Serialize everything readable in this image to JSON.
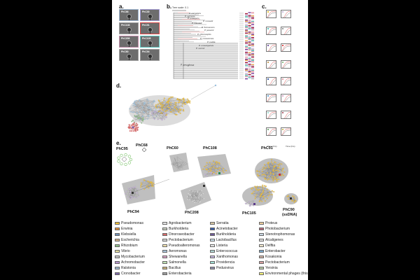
{
  "panels": {
    "a": "a.",
    "b": "b.",
    "c": "c.",
    "d": "d.",
    "e": "e."
  },
  "tem_panels": [
    {
      "label": "PhC66",
      "border": "#9db4cf"
    },
    {
      "label": "PhC30",
      "border": "#a39bd3"
    },
    {
      "label": "PhC108",
      "border": "#9e9e9e"
    },
    {
      "label": "PhC91",
      "border": "#d94a4a"
    },
    {
      "label": "PhC208",
      "border": "#c08ca8"
    },
    {
      "label": "PhC105",
      "border": "#5ec6c0"
    },
    {
      "label": "PhC60",
      "border": "#9e9e9e"
    },
    {
      "label": "PhC94",
      "border": "#9e9e9e"
    }
  ],
  "tree": {
    "scale_label": "Tree scale: 0.1",
    "clade_labels": [
      "P. congelans",
      "P. syringae",
      "P. protegens",
      "P. mosselii",
      "P. mandelii",
      "P. fluorescens",
      "P. jessenii",
      "P. chlororaphis",
      "P. moraviensis",
      "P. putida",
      "P. umsongensis",
      "P. veronii"
    ],
    "outgroup_label": "P. aeruginosa"
  },
  "curves_axis": {
    "xlabel": "Time (hrs)"
  },
  "network_labels": [
    "PhC95",
    "PhC68",
    "PhC60",
    "PhC108",
    "PhC91",
    "PhC94",
    "PhC208",
    "PhC105",
    "PhC90",
    "(ssDNA)"
  ],
  "legend": [
    {
      "name": "Pseudomonas",
      "color": "#f2c23a"
    },
    {
      "name": "Erwinia",
      "color": "#e08f3b"
    },
    {
      "name": "Klebsiella",
      "color": "#6f8fb5"
    },
    {
      "name": "Escherichia",
      "color": "#d5b48a"
    },
    {
      "name": "Rhizobium",
      "color": "#8fc08a"
    },
    {
      "name": "Vibrio",
      "color": "#e7e0a2"
    },
    {
      "name": "Mycobacterium",
      "color": "#c8c8c8"
    },
    {
      "name": "Achromobacter",
      "color": "#b694c9"
    },
    {
      "name": "Ralstonia",
      "color": "#9fb9cf"
    },
    {
      "name": "Cronobacter",
      "color": "#7d68a6"
    },
    {
      "name": "Agrobacterium",
      "color": "#e6e6e6"
    },
    {
      "name": "Burkholderia",
      "color": "#c7cfc0"
    },
    {
      "name": "Dinoroseobacter",
      "color": "#d86a6a"
    },
    {
      "name": "Pectobacterium",
      "color": "#d7d7d7"
    },
    {
      "name": "Pseudoalteromonas",
      "color": "#f3e3b0"
    },
    {
      "name": "Aeromonas",
      "color": "#a9c3d9"
    },
    {
      "name": "Shewanella",
      "color": "#d6a0c2"
    },
    {
      "name": "Salmonella",
      "color": "#bfe2b5"
    },
    {
      "name": "Bacillus",
      "color": "#c9b07a"
    },
    {
      "name": "Enterobacteria",
      "color": "#9b9b9b"
    },
    {
      "name": "Serratia",
      "color": "#d9c7a3"
    },
    {
      "name": "Acinetobacter",
      "color": "#3b5fa8"
    },
    {
      "name": "Burkholderia",
      "color": "#6f5a99"
    },
    {
      "name": "Lactobacillus",
      "color": "#cfe3ee"
    },
    {
      "name": "Listeria",
      "color": "#e9e9e9"
    },
    {
      "name": "Enterococcus",
      "color": "#b0d6d4"
    },
    {
      "name": "Xanthomonas",
      "color": "#c5b6de"
    },
    {
      "name": "Providencia",
      "color": "#a4e0d6"
    },
    {
      "name": "Peduovirus",
      "color": "#8e8ea8"
    },
    {
      "name": "Proteus",
      "color": "#f0d0a0"
    },
    {
      "name": "Photobacterium",
      "color": "#b76b7a"
    },
    {
      "name": "Stenotrophomonas",
      "color": "#c9d7e3"
    },
    {
      "name": "Alcaligenes",
      "color": "#e0e0e0"
    },
    {
      "name": "Delftia",
      "color": "#f6ecd0"
    },
    {
      "name": "Enterobacter",
      "color": "#7aa7c9"
    },
    {
      "name": "Kosakonia",
      "color": "#cdb1a3"
    },
    {
      "name": "Pectobacterium",
      "color": "#d8a0a0"
    },
    {
      "name": "Yersinia",
      "color": "#b8c9a6"
    },
    {
      "name": "Environmental phages (this study)",
      "color": "#f7f27a"
    }
  ],
  "colors": {
    "core_purple": "#7b5ea7",
    "yellow_cluster": "#f2c23a",
    "grey_cluster": "#8a8a8a",
    "red_cluster": "#d94a4a",
    "green_node": "#7cc36b",
    "curve_red": "#d94a4a",
    "curve_grey": "#777777"
  }
}
